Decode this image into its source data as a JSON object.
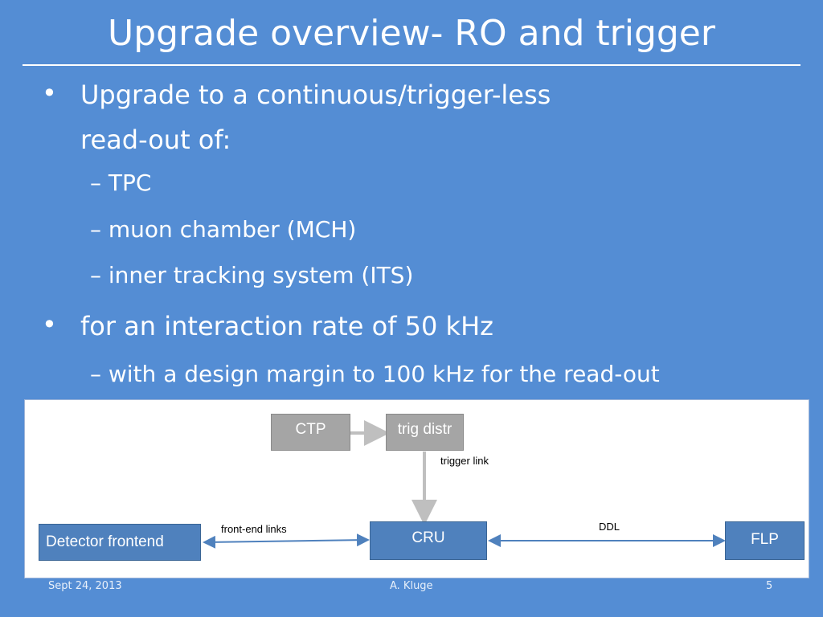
{
  "slide": {
    "title": "Upgrade overview- RO and trigger",
    "bullets": [
      {
        "text_line1": "Upgrade to a continuous/trigger-less",
        "text_line2": "read-out of:"
      },
      {
        "text": "for an interaction rate of 50 kHz"
      }
    ],
    "sub_bullets_1": [
      "– TPC",
      "– muon chamber (MCH)",
      "– inner tracking system (ITS)"
    ],
    "sub_bullets_2": [
      "– with a design margin to 100 kHz for the read-out"
    ],
    "bullet_char": "•"
  },
  "diagram": {
    "boxes": {
      "ctp": "CTP",
      "trig_distr": "trig distr",
      "detector_frontend": "Detector frontend",
      "cru": "CRU",
      "flp": "FLP"
    },
    "labels": {
      "trigger_link": "trigger link",
      "front_end_links": "front-end links",
      "ddl": "DDL"
    },
    "colors": {
      "gray_box": "#a5a5a5",
      "blue_box": "#4f81bd",
      "arrow_gray": "#bfbfbf",
      "arrow_blue": "#4f81bd"
    }
  },
  "footer": {
    "date": "Sept 24, 2013",
    "author": "A. Kluge",
    "page": "5"
  }
}
